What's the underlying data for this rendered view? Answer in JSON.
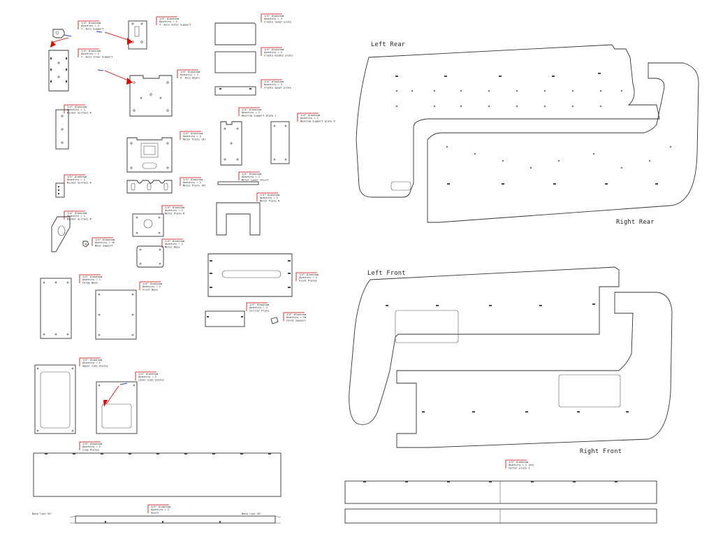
{
  "colors": {
    "parts": "#333333",
    "leaders": "#cc0000",
    "dimension_mark": "#2244cc"
  },
  "labels": {
    "left_rear": "Left Rear",
    "right_rear": "Right Rear",
    "left_front": "Left Front",
    "right_front": "Right Front",
    "bend_line_left": "Bend line 35°",
    "bend_line_right": "Bend line 35°"
  },
  "notes": [
    [
      "1/4\" Aluminum",
      "Quantity = 1",
      "Y- Axis Support"
    ],
    [
      "1/4\" Aluminum",
      "Quantity = 1",
      "Y- Axis Outer Support"
    ],
    [
      "1/4\" Aluminum",
      "Quantity = 1",
      "Y- Axis Inner Support"
    ],
    [
      "1/4\" Aluminum",
      "Quantity = 1",
      "X- Axis Bearl"
    ],
    [
      "1/4\" Aluminum",
      "Quantity = 2",
      "Cradle lower plate"
    ],
    [
      "1/4\" Aluminum",
      "Quantity = 2",
      "Cradle middle plate"
    ],
    [
      "1/4\" Aluminum",
      "Quantity = 2",
      "Cradle upper plate"
    ],
    [
      "1/4\" Aluminum",
      "Quantity = 1",
      "Nickel Surface #"
    ],
    [
      "1/4\" Aluminum",
      "Quantity = 2",
      "Motor Plate (#)"
    ],
    [
      "1/4\" Aluminum",
      "Quantity = 1",
      "Bearing Support plate L"
    ],
    [
      "1/4\" Aluminum",
      "Quantity = 1",
      "Bearing Support plate R"
    ],
    [
      "1/4\" Aluminum",
      "Quantity = 1",
      "Nickel Surface #"
    ],
    [
      "1/4\" Aluminum",
      "Quantity = 2",
      "Motor Plate (#)"
    ],
    [
      "1/4\" Aluminum",
      "Quantity = 2",
      "Motor Lower Insert"
    ],
    [
      "1/4\" Aluminum",
      "Quantity = 2",
      "Motor Plate #"
    ],
    [
      "1/4\" Aluminum",
      "Quantity = 1",
      "Nickel Surface #"
    ],
    [
      "1/4\" Aluminum",
      "Quantity = 2",
      "Motor Plate #"
    ],
    [
      "1/4\" Aluminum",
      "Quantity = 16",
      "Base Support"
    ],
    [
      "1/4\" Aluminum",
      "Quantity = 2",
      "Motor Base"
    ],
    [
      "1/4\" Aluminum",
      "Quantity = 2",
      "Pivot Plates"
    ],
    [
      "1/4\" Aluminum",
      "Quantity = 1",
      "Cargo Base"
    ],
    [
      "1/4\" Aluminum",
      "Quantity = 1",
      "Front Base"
    ],
    [
      "1/4\" Aluminum",
      "Quantity = 2",
      "Carrier Plate"
    ],
    [
      "1/4\" Aluminum",
      "Quantity = 10",
      "Caret Support"
    ],
    [
      "1/4\" Aluminum",
      "Quantity = 2",
      "Upper side plates"
    ],
    [
      "1/4\" Aluminum",
      "Quantity = 2",
      "Lower side plates"
    ],
    [
      "1/4\" Aluminum",
      "Quantity = 2",
      "Clap Plates"
    ],
    [
      "1/4\" Aluminum",
      "Quantity = 2",
      "Guard"
    ],
    [
      "1/4\" Aluminum",
      "Quantity = 1 (ea)",
      "Center plate I"
    ]
  ]
}
